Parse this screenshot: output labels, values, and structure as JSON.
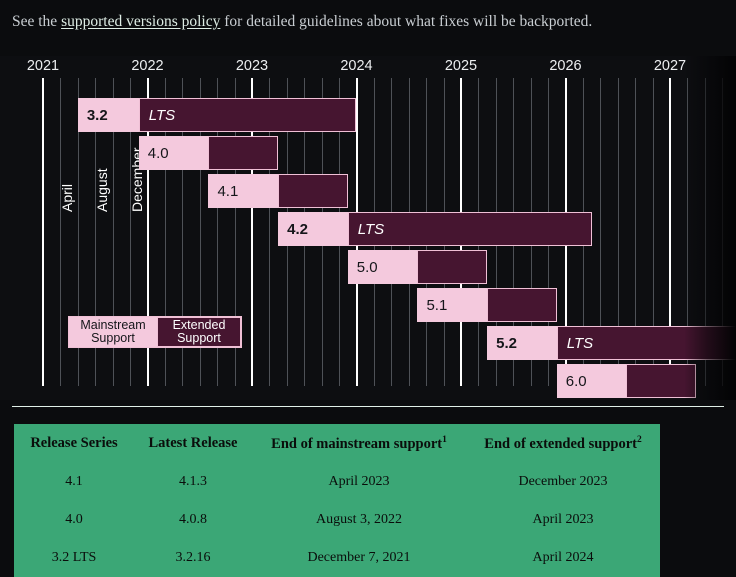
{
  "intro": {
    "before": "See the ",
    "link": "supported versions policy",
    "after": " for detailed guidelines about what fixes will be backported."
  },
  "chart_data": {
    "type": "bar",
    "title": "",
    "xlabel": "",
    "ylabel": "",
    "orientation": "horizontal",
    "axis": {
      "years": [
        "2021",
        "2022",
        "2023",
        "2024",
        "2025",
        "2026",
        "2027"
      ],
      "xlim": [
        "2021-01",
        "2027-06"
      ],
      "minor_ticks": [
        "April",
        "August",
        "December"
      ],
      "grid": true
    },
    "month_labels": [
      "April",
      "August",
      "December"
    ],
    "legend": {
      "position": "inside-lower-left",
      "entries": [
        {
          "label": "Mainstream\nSupport",
          "label_line1": "Mainstream",
          "label_line2": "Support",
          "color": "#f4c9dd"
        },
        {
          "label": "Extended\nSupport",
          "label_line1": "Extended",
          "label_line2": "Support",
          "color": "#461530"
        }
      ]
    },
    "series": [
      {
        "name": "3.2",
        "lts": true,
        "lts_label": "LTS",
        "mainstream_start": "2021-05",
        "mainstream_end": "2021-12",
        "extended_end": "2024-01",
        "row": 0
      },
      {
        "name": "4.0",
        "lts": false,
        "mainstream_start": "2021-12",
        "mainstream_end": "2022-08",
        "extended_end": "2023-04",
        "row": 1
      },
      {
        "name": "4.1",
        "lts": false,
        "mainstream_start": "2022-08",
        "mainstream_end": "2023-04",
        "extended_end": "2023-12",
        "row": 2
      },
      {
        "name": "4.2",
        "lts": true,
        "lts_label": "LTS",
        "mainstream_start": "2023-04",
        "mainstream_end": "2023-12",
        "extended_end": "2026-04",
        "row": 3
      },
      {
        "name": "5.0",
        "lts": false,
        "mainstream_start": "2023-12",
        "mainstream_end": "2024-08",
        "extended_end": "2025-04",
        "row": 4
      },
      {
        "name": "5.1",
        "lts": false,
        "mainstream_start": "2024-08",
        "mainstream_end": "2025-04",
        "extended_end": "2025-12",
        "row": 5
      },
      {
        "name": "5.2",
        "lts": true,
        "lts_label": "LTS",
        "mainstream_start": "2025-04",
        "mainstream_end": "2025-12",
        "extended_end": "2028-04",
        "row": 6
      },
      {
        "name": "6.0",
        "lts": false,
        "mainstream_start": "2025-12",
        "mainstream_end": "2026-08",
        "extended_end": "2027-04",
        "row": 7
      }
    ],
    "colors": {
      "mainstream": "#f4c9dd",
      "extended": "#461530",
      "border": "#f0c0d6",
      "background": "#0d0e11",
      "gridline_major": "#ffffff",
      "gridline_minor": "#4e5157"
    }
  },
  "table": {
    "headers": [
      {
        "text": "Release Series",
        "sup": ""
      },
      {
        "text": "Latest Release",
        "sup": ""
      },
      {
        "text": "End of mainstream support",
        "sup": "1"
      },
      {
        "text": "End of extended support",
        "sup": "2"
      }
    ],
    "rows": [
      [
        "4.1",
        "4.1.3",
        "April 2023",
        "December 2023"
      ],
      [
        "4.0",
        "4.0.8",
        "August 3, 2022",
        "April 2023"
      ],
      [
        "3.2 LTS",
        "3.2.16",
        "December 7, 2021",
        "April 2024"
      ]
    ],
    "accent": "#3ba776"
  }
}
